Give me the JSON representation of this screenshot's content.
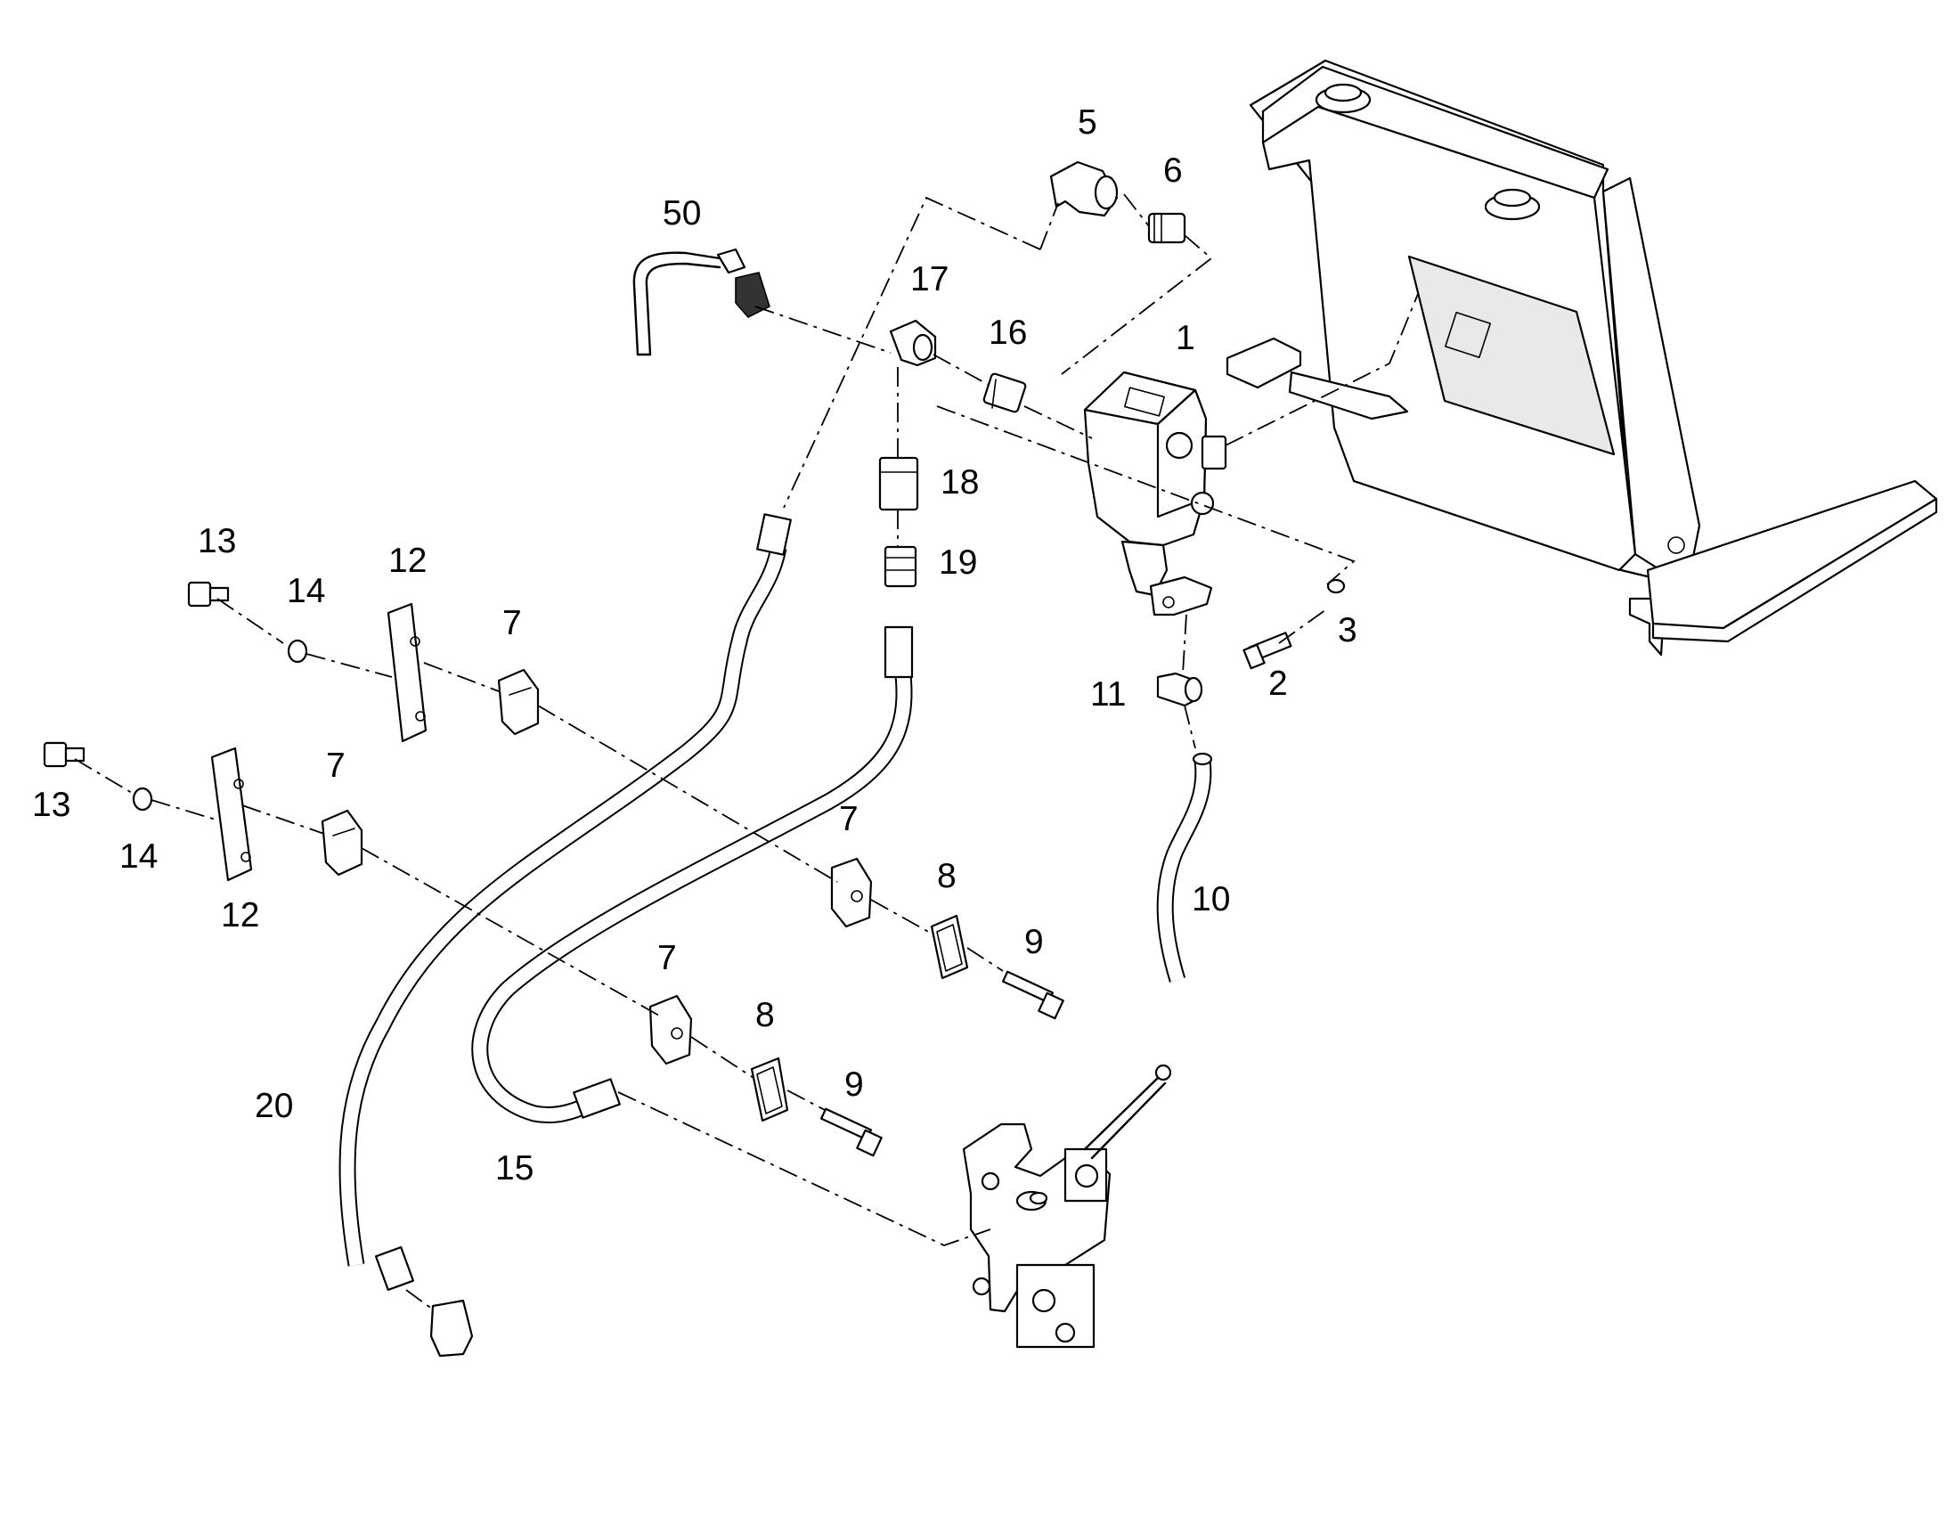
{
  "diagram": {
    "type": "exploded-parts-view",
    "callouts": [
      {
        "id": "1",
        "text": "1"
      },
      {
        "id": "2",
        "text": "2"
      },
      {
        "id": "3",
        "text": "3"
      },
      {
        "id": "5",
        "text": "5"
      },
      {
        "id": "6",
        "text": "6"
      },
      {
        "id": "7a",
        "text": "7"
      },
      {
        "id": "7b",
        "text": "7"
      },
      {
        "id": "7c",
        "text": "7"
      },
      {
        "id": "7d",
        "text": "7"
      },
      {
        "id": "8a",
        "text": "8"
      },
      {
        "id": "8b",
        "text": "8"
      },
      {
        "id": "9a",
        "text": "9"
      },
      {
        "id": "9b",
        "text": "9"
      },
      {
        "id": "10",
        "text": "10"
      },
      {
        "id": "11",
        "text": "11"
      },
      {
        "id": "12a",
        "text": "12"
      },
      {
        "id": "12b",
        "text": "12"
      },
      {
        "id": "13a",
        "text": "13"
      },
      {
        "id": "13b",
        "text": "13"
      },
      {
        "id": "14a",
        "text": "14"
      },
      {
        "id": "14b",
        "text": "14"
      },
      {
        "id": "15",
        "text": "15"
      },
      {
        "id": "16",
        "text": "16"
      },
      {
        "id": "17",
        "text": "17"
      },
      {
        "id": "18",
        "text": "18"
      },
      {
        "id": "19",
        "text": "19"
      },
      {
        "id": "20",
        "text": "20"
      },
      {
        "id": "50",
        "text": "50"
      }
    ]
  }
}
